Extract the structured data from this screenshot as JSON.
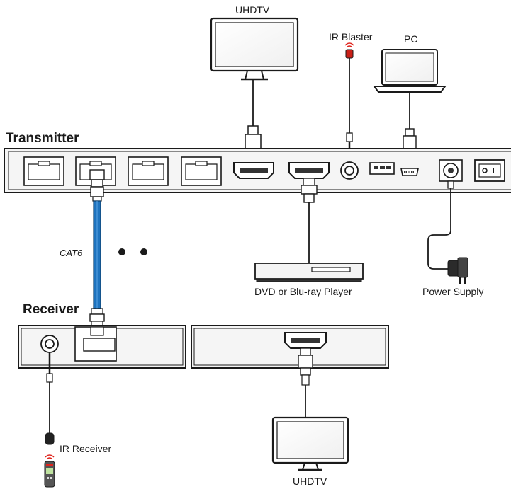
{
  "labels": {
    "uhdtv_top": "UHDTV",
    "ir_blaster": "IR Blaster",
    "pc": "PC",
    "transmitter": "Transmitter",
    "cat6": "CAT6",
    "dvd_player": "DVD or Blu-ray Player",
    "power_supply": "Power Supply",
    "receiver": "Receiver",
    "ir_receiver": "IR Receiver",
    "uhdtv_bottom": "UHDTV"
  },
  "colors": {
    "cat6_cable": "#1e73be",
    "ir_red": "#e0231c",
    "device_fill": "#f2f2f2",
    "outline": "#1a1a1a"
  },
  "icons": [
    "tv-icon",
    "laptop-icon",
    "ir-blaster-icon",
    "dvd-player-icon",
    "power-adapter-icon",
    "ir-receiver-icon",
    "remote-icon"
  ]
}
